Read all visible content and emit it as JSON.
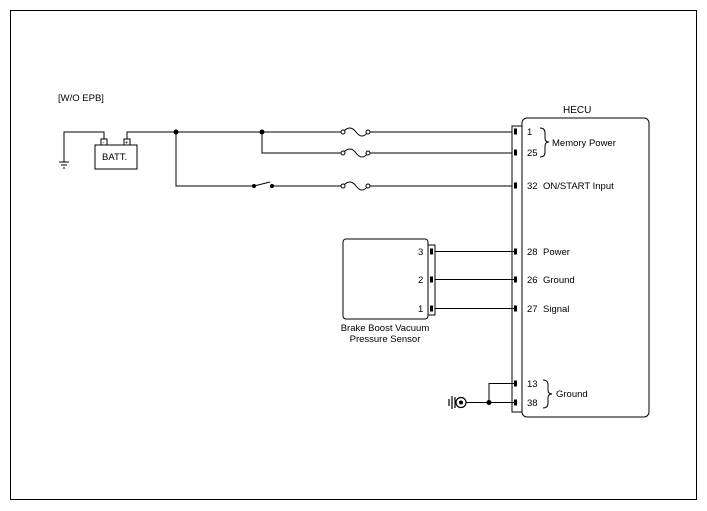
{
  "variant_label": "[W/O EPB]",
  "battery": {
    "label": "BATT.",
    "neg_symbol": "-",
    "pos_symbol": "+"
  },
  "hecu": {
    "title": "HECU",
    "pins": {
      "p1": "1",
      "p25": "25",
      "p32": "32",
      "p28": "28",
      "p26": "26",
      "p27": "27",
      "p13": "13",
      "p38": "38"
    },
    "functions": {
      "memory_power": "Memory Power",
      "on_start_input": "ON/START Input",
      "power": "Power",
      "ground_26": "Ground",
      "signal": "Signal",
      "ground_pair": "Ground"
    }
  },
  "sensor": {
    "name_line1": "Brake Boost Vacuum",
    "name_line2": "Pressure Sensor",
    "pins": {
      "p3": "3",
      "p2": "2",
      "p1": "1"
    }
  }
}
